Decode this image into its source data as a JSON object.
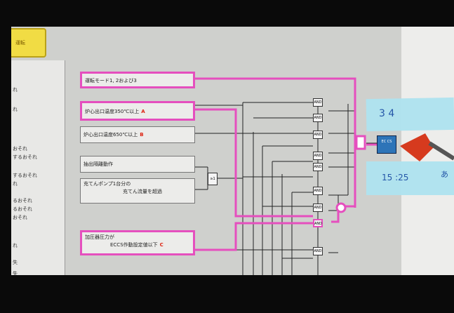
{
  "top_button": {
    "label": "運転"
  },
  "left_panel_lines": [
    "れ",
    "れ",
    "おそれ",
    "するおそれ",
    "するおそれ",
    "れ",
    "るおそれ",
    "るおそれ",
    "おそれ",
    "れ",
    "失",
    "失"
  ],
  "conditions": [
    {
      "text": "運転モード1, 2および3",
      "red": ""
    },
    {
      "text": "炉心出口温度350℃以上",
      "red": "A"
    },
    {
      "text": "炉心出口温度650℃以上",
      "red": "B"
    },
    {
      "text": "抽出隔離動作",
      "red": ""
    },
    {
      "text": "充てんポンプ1台分の",
      "line2": "充てん流量を超過",
      "red": ""
    },
    {
      "text": "加圧器圧力が",
      "line2": "ECCS作動設定値以下",
      "red": "C"
    }
  ],
  "gate_label": "AND",
  "sticky_top": "3 4",
  "sticky_bottom": "15 :25",
  "sticky_bottom_extra": "あ",
  "blue_box": "EC CS",
  "colors": {
    "highlight": "#e54fbe",
    "sticky": "#aee3ef",
    "screen": "#cfd0cd",
    "blue": "#2d74b8",
    "pen_red": "#d63a1e"
  }
}
